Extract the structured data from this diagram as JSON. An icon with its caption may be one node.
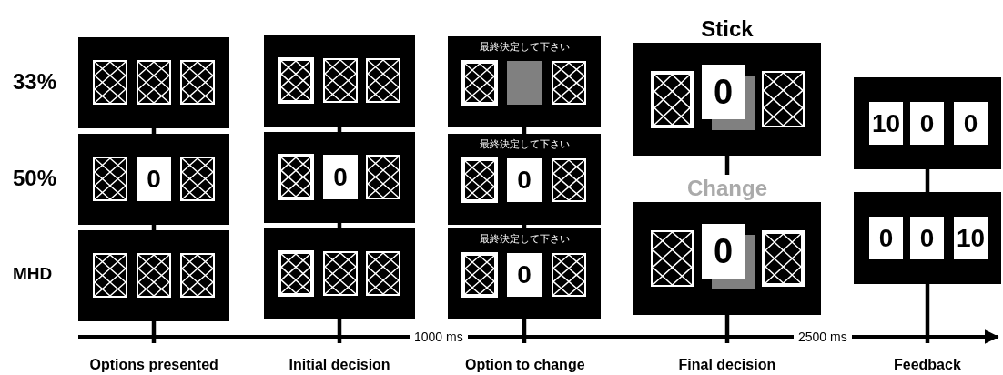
{
  "diagram": {
    "nodes": [
      {
        "text": [],
        "shape": "box"
      },
      {
        "text": [],
        "shape": "box",
        "in": 0
      },
      {
        "text": [],
        "shape": "box",
        "in": 0
      },
      {
        "text": [],
        "shape": "box",
        "in": 0
      },
      {
        "text": [],
        "shape": "box"
      },
      {
        "text": [],
        "shape": "box",
        "in": 4
      },
      {
        "text": [
          "0"
        ],
        "in": 4
      },
      {
        "text": [],
        "shape": "box",
        "in": 4
      },
      {
        "text": [],
        "shape": "box"
      },
      {
        "text": [],
        "shape": "box",
        "in": 8
      },
      {
        "text": [],
        "shape": "box",
        "in": 8
      },
      {
        "text": [],
        "shape": "box",
        "in": 8
      },
      {
        "text": [],
        "shape": "box"
      },
      {
        "text": [],
        "shape": "box",
        "in": 12
      },
      {
        "text": [],
        "shape": "box",
        "in": 12
      },
      {
        "text": [],
        "shape": "box",
        "in": 12
      },
      {
        "text": [],
        "shape": "box"
      },
      {
        "text": [],
        "shape": "box",
        "in": 16
      },
      {
        "text": [
          "0"
        ],
        "in": 16
      },
      {
        "text": [],
        "shape": "box",
        "in": 16
      },
      {
        "text": [],
        "shape": "box"
      },
      {
        "text": [],
        "shape": "box",
        "in": 20
      },
      {
        "text": [],
        "shape": "box",
        "in": 20
      },
      {
        "text": [],
        "shape": "box",
        "in": 20
      },
      {
        "text": [
          "最終決定して下さい"
        ]
      },
      {
        "text": [],
        "shape": "box",
        "in": 24
      },
      {
        "text": [],
        "shape": "box",
        "in": 24
      },
      {
        "text": [],
        "shape": "box",
        "in": 24
      },
      {
        "text": [
          "最終決定して下さい"
        ]
      },
      {
        "text": [],
        "shape": "box",
        "in": 28
      },
      {
        "text": [
          "0"
        ],
        "in": 28
      },
      {
        "text": [],
        "shape": "box",
        "in": 28
      },
      {
        "text": [
          "最終決定して下さい"
        ]
      },
      {
        "text": [],
        "shape": "box",
        "in": 32
      },
      {
        "text": [
          "0"
        ],
        "in": 32
      },
      {
        "text": [],
        "shape": "box",
        "in": 32
      },
      {
        "text": [
          "Stick"
        ]
      },
      {
        "text": [],
        "shape": "box",
        "in": 36
      },
      {
        "text": [
          "0"
        ],
        "in": 36
      },
      {
        "text": [],
        "shape": "box",
        "in": 36
      },
      {
        "text": [
          "Change"
        ]
      },
      {
        "text": [],
        "shape": "box",
        "in": 40
      },
      {
        "text": [
          "0"
        ],
        "in": 40
      },
      {
        "text": [],
        "shape": "box",
        "in": 40
      },
      {
        "text": [],
        "shape": "box"
      },
      {
        "text": [
          "10"
        ],
        "in": 44
      },
      {
        "text": [
          "0"
        ],
        "in": 44
      },
      {
        "text": [
          "0"
        ],
        "in": 44
      },
      {
        "text": [],
        "shape": "box"
      },
      {
        "text": [
          "0"
        ],
        "in": 48
      },
      {
        "text": [
          "0"
        ],
        "in": 48
      },
      {
        "text": [
          "10"
        ],
        "in": 48
      }
    ],
    "edges": [
      {
        "from": 0,
        "to": 4,
        "arrow": "none"
      },
      {
        "from": 4,
        "to": 8,
        "arrow": "none"
      },
      {
        "from": 8,
        "to": null,
        "arrow": "none"
      },
      {
        "from": 12,
        "to": 16,
        "arrow": "none"
      },
      {
        "from": 16,
        "to": 20,
        "arrow": "none"
      },
      {
        "from": 20,
        "to": null,
        "arrow": "none"
      },
      {
        "from": 24,
        "to": 28,
        "arrow": "none"
      },
      {
        "from": 28,
        "to": 32,
        "arrow": "none"
      },
      {
        "from": 32,
        "to": null,
        "arrow": "none"
      },
      {
        "from": 36,
        "to": 40,
        "arrow": "none"
      },
      {
        "from": 40,
        "to": null,
        "arrow": "none"
      },
      {
        "from": 44,
        "to": 48,
        "arrow": "none"
      },
      {
        "from": 48,
        "to": null,
        "arrow": "none"
      }
    ],
    "labels": [
      "33%",
      "50%",
      "MHD",
      "1000 ms",
      "2500 ms",
      "Options presented",
      "Initial decision",
      "Option to change",
      "Final decision",
      "Feedback"
    ]
  }
}
